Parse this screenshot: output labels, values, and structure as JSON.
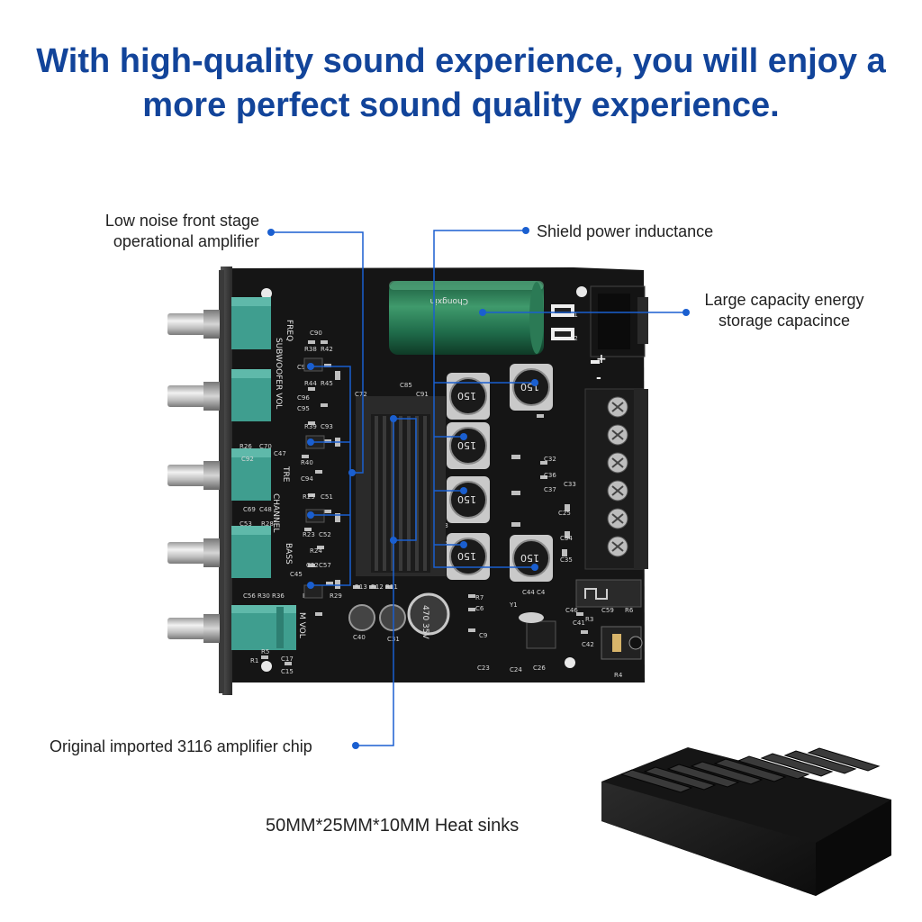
{
  "headline": {
    "line1": "With high-quality sound experience, you will enjoy a",
    "line2": "more perfect sound quality experience."
  },
  "callouts": {
    "opamp_line1": "Low noise front stage",
    "opamp_line2": "operational amplifier",
    "inductance": "Shield power inductance",
    "capacitor_line1": "Large capacity energy",
    "capacitor_line2": "storage capacince",
    "chip": "Original imported 3116 amplifier chip",
    "heatsink": "50MM*25MM*10MM Heat sinks"
  },
  "board": {
    "panel_labels": [
      "FREQ",
      "SUBWOOFER VOL",
      "TRE",
      "CHANNEL",
      "BASS",
      "M VOL"
    ],
    "inductor_labels": [
      "150",
      "150",
      "150",
      "150",
      "150",
      "150"
    ],
    "capacitor_print": "470 35V",
    "silkscreen": [
      "C90",
      "R38",
      "R42",
      "C91",
      "R44",
      "R45",
      "C96",
      "C95",
      "R39",
      "C93",
      "R26",
      "C70",
      "C47",
      "C92",
      "R40",
      "C94",
      "R25",
      "C51",
      "C69",
      "C48",
      "C53",
      "R28",
      "R23",
      "C52",
      "R24",
      "C45",
      "C22",
      "C57",
      "C56",
      "R30",
      "R36",
      "R47",
      "R29",
      "R13",
      "R12",
      "R11",
      "C40",
      "C31",
      "C18",
      "C85",
      "C72",
      "C91",
      "R7",
      "C6",
      "C9",
      "C44",
      "C4",
      "Y1",
      "C46",
      "C41",
      "R3",
      "C59",
      "R6",
      "C42",
      "R5",
      "C17",
      "C15",
      "R1",
      "R4",
      "C26",
      "C23",
      "C24",
      "C32",
      "C36",
      "C37",
      "C33",
      "C25",
      "C34",
      "C35",
      "D1",
      "D2",
      "C13",
      "C14"
    ],
    "power_marks": [
      "+",
      "-"
    ],
    "brand": "Chongxin"
  },
  "colors": {
    "headline": "#12449a",
    "callout_line": "#1a5fd0",
    "board": "#151515",
    "knob_block": "#3f9e8f",
    "capacitor": "#1f6b4a"
  }
}
